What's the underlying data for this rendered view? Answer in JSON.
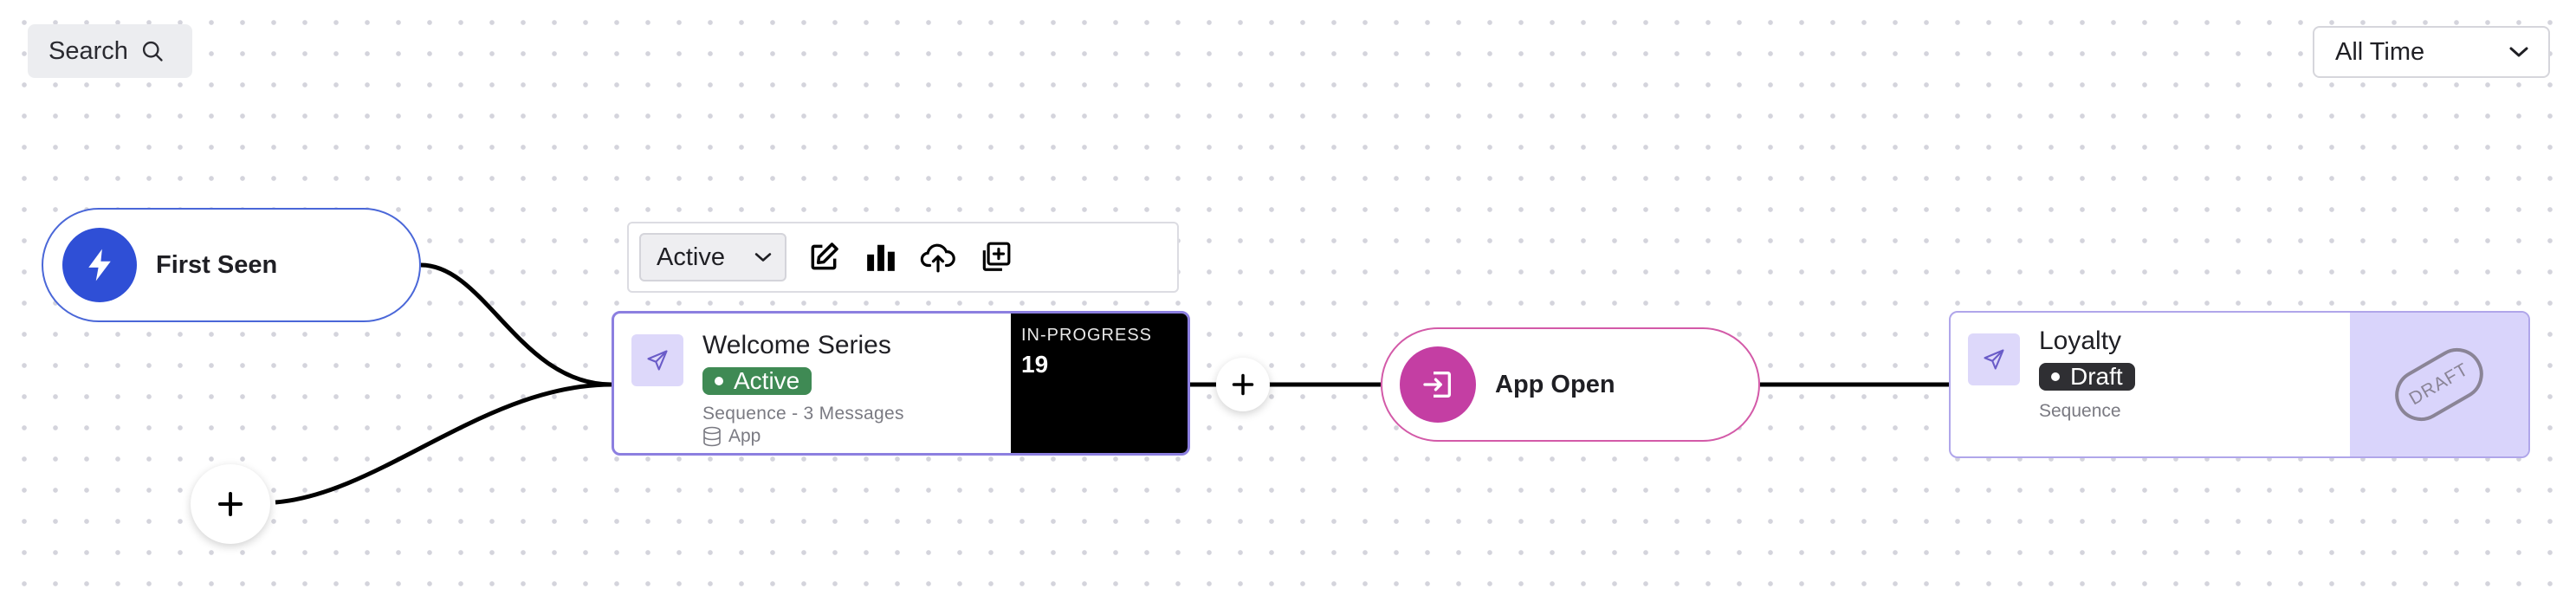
{
  "search": {
    "label": "Search"
  },
  "time_filter": {
    "selected": "All Time"
  },
  "trigger": {
    "label": "First Seen"
  },
  "toolbar": {
    "status_selected": "Active"
  },
  "welcome_series": {
    "title": "Welcome Series",
    "status": "Active",
    "subtitle": "Sequence - 3 Messages",
    "channel": "App",
    "stat_label": "IN-PROGRESS",
    "stat_value": "19"
  },
  "app_open": {
    "label": "App Open"
  },
  "loyalty": {
    "title": "Loyalty",
    "status": "Draft",
    "subtitle": "Sequence",
    "stamp": "DRAFT"
  },
  "colors": {
    "trigger_blue": "#2f4fd6",
    "event_magenta": "#c43ea3",
    "active_green": "#3f8a54",
    "card_purple": "#8c7fe0",
    "draft_bg": "#d9d4fb"
  },
  "icons": [
    "search-icon",
    "chevron-down-icon",
    "lightning-icon",
    "plus-icon",
    "edit-icon",
    "bar-chart-icon",
    "cloud-upload-icon",
    "duplicate-icon",
    "send-icon",
    "database-icon",
    "enter-icon"
  ]
}
